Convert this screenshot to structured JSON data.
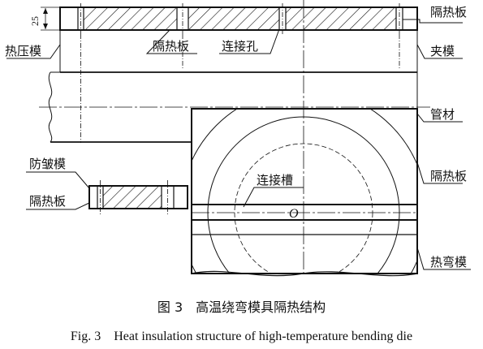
{
  "labels": {
    "insulation_plate_top_right": "隔热板",
    "insulation_plate_top_center": "隔热板",
    "connection_hole": "连接孔",
    "hot_press_die": "热压模",
    "clamp_die": "夹模",
    "tube": "管材",
    "anti_wrinkle_die": "防皱模",
    "insulation_plate_left": "隔热板",
    "insulation_plate_right": "隔热板",
    "connection_groove": "连接槽",
    "hot_bending_die": "热弯模",
    "center_mark": "O"
  },
  "dimension": {
    "plate_thickness": "25"
  },
  "caption": {
    "chinese": "图 3　高温绕弯模具隔热结构",
    "english": "Fig. 3　Heat insulation structure of high-temperature bending die"
  },
  "colors": {
    "line": "#111111",
    "background": "#ffffff"
  }
}
